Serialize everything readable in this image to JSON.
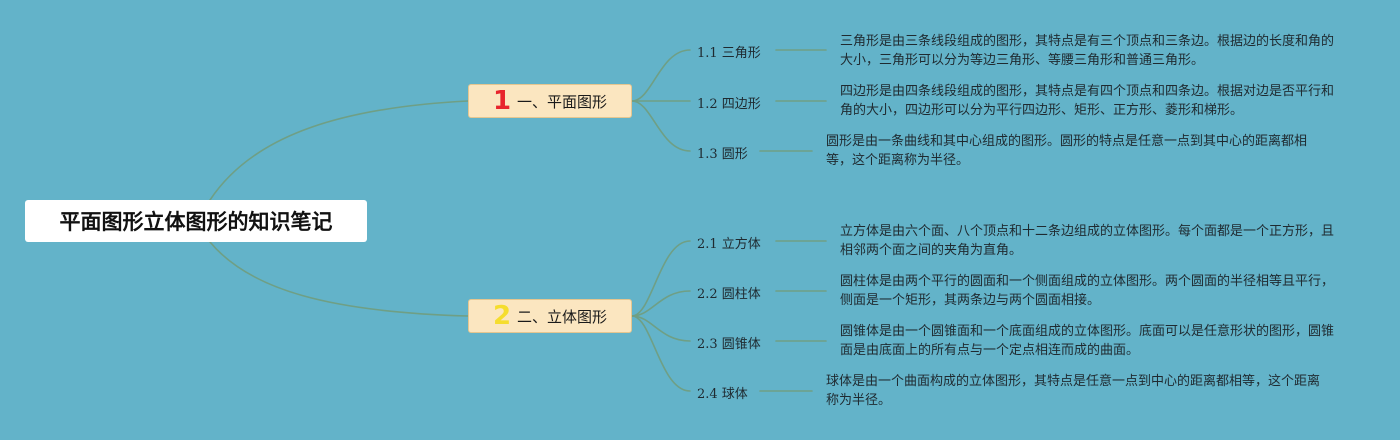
{
  "root": {
    "title": "平面图形立体图形的知识笔记"
  },
  "colors": {
    "background": "#63b3c9",
    "connector": "#6f9f85",
    "branch_fill": "#fbe6c0",
    "num1": "#e8242c",
    "num2": "#f5dd2e"
  },
  "branches": [
    {
      "num": "1",
      "label": "一、平面图形",
      "topics": [
        {
          "label": "1.1 三角形",
          "desc": "三角形是由三条线段组成的图形，其特点是有三个顶点和三条边。根据边的长度和角的大小，三角形可以分为等边三角形、等腰三角形和普通三角形。"
        },
        {
          "label": "1.2 四边形",
          "desc": "四边形是由四条线段组成的图形，其特点是有四个顶点和四条边。根据对边是否平行和角的大小，四边形可以分为平行四边形、矩形、正方形、菱形和梯形。"
        },
        {
          "label": "1.3 圆形",
          "desc": "圆形是由一条曲线和其中心组成的图形。圆形的特点是任意一点到其中心的距离都相等，这个距离称为半径。"
        }
      ]
    },
    {
      "num": "2",
      "label": "二、立体图形",
      "topics": [
        {
          "label": "2.1 立方体",
          "desc": "立方体是由六个面、八个顶点和十二条边组成的立体图形。每个面都是一个正方形，且相邻两个面之间的夹角为直角。"
        },
        {
          "label": "2.2 圆柱体",
          "desc": "圆柱体是由两个平行的圆面和一个侧面组成的立体图形。两个圆面的半径相等且平行，侧面是一个矩形，其两条边与两个圆面相接。"
        },
        {
          "label": "2.3 圆锥体",
          "desc": "圆锥体是由一个圆锥面和一个底面组成的立体图形。底面可以是任意形状的图形，圆锥面是由底面上的所有点与一个定点相连而成的曲面。"
        },
        {
          "label": "2.4 球体",
          "desc": "球体是由一个曲面构成的立体图形，其特点是任意一点到中心的距离都相等，这个距离称为半径。"
        }
      ]
    }
  ]
}
